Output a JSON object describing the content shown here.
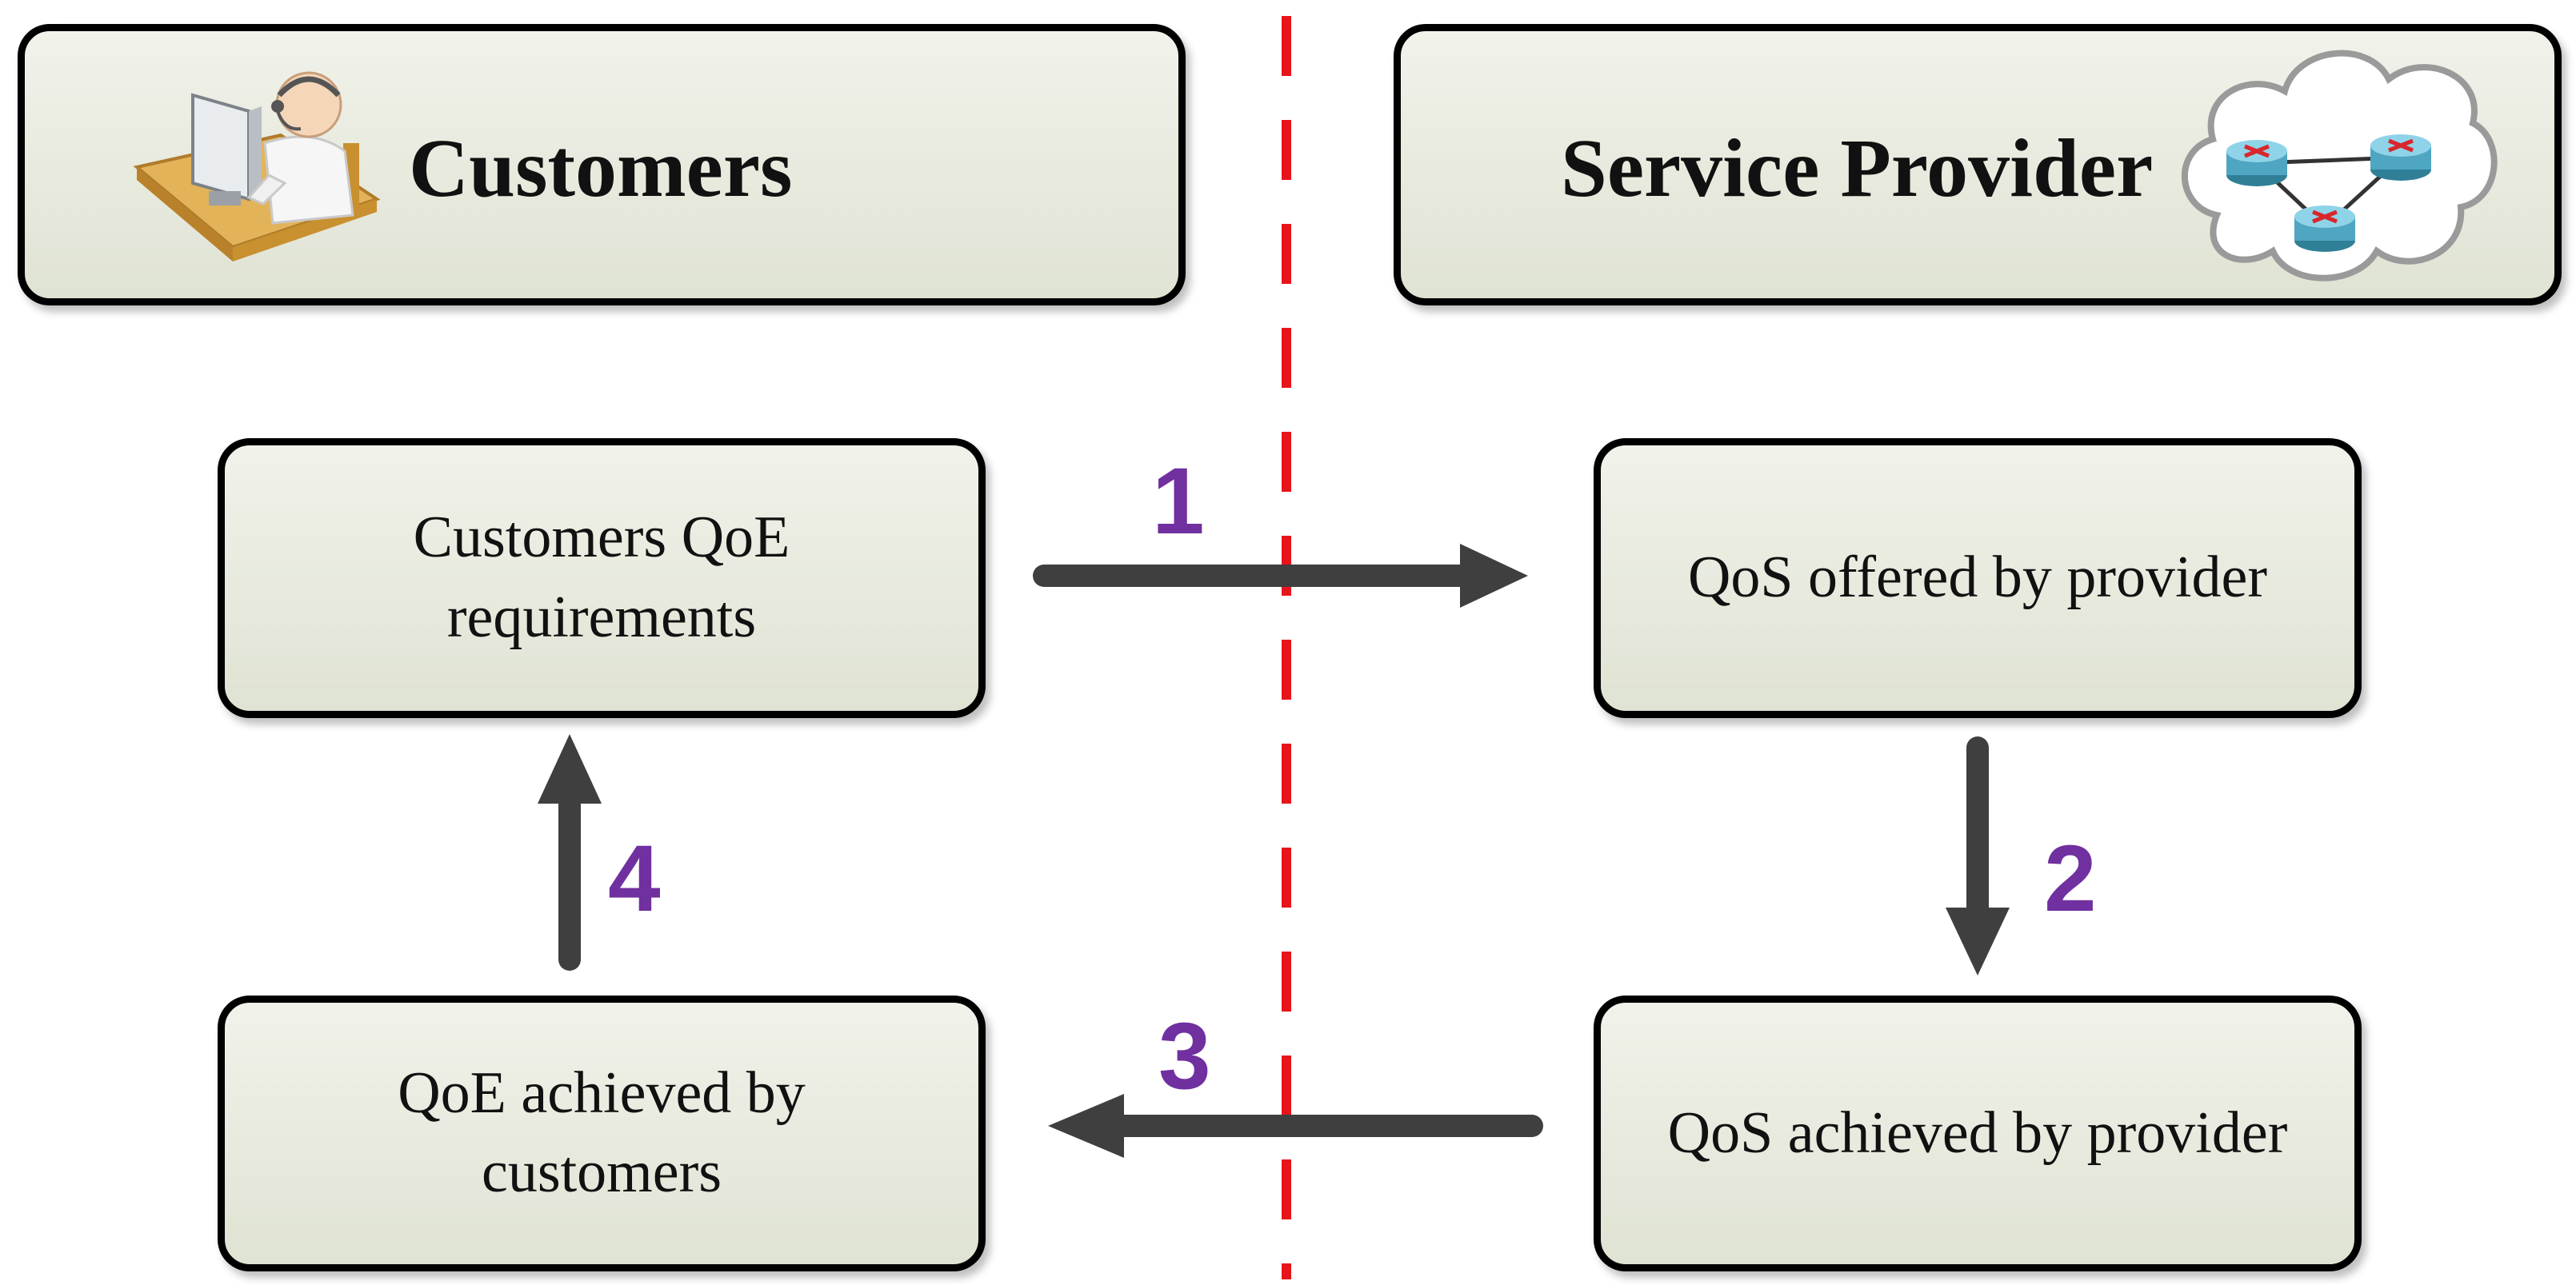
{
  "headers": {
    "customers": {
      "title": "Customers",
      "icon": "customer-agent-icon"
    },
    "provider": {
      "title": "Service Provider",
      "icon": "router-cloud-icon"
    }
  },
  "boxes": {
    "qoe_requirements": "Customers QoE requirements",
    "qos_offered": "QoS offered by provider",
    "qos_achieved": "QoS achieved by provider",
    "qoe_achieved": "QoE achieved by customers"
  },
  "steps": {
    "s1": "1",
    "s2": "2",
    "s3": "3",
    "s4": "4"
  },
  "colors": {
    "divider": "#e8141b",
    "arrow": "#3f3f3f",
    "step_number": "#7030a0",
    "box_fill": "#e6e9dc"
  }
}
